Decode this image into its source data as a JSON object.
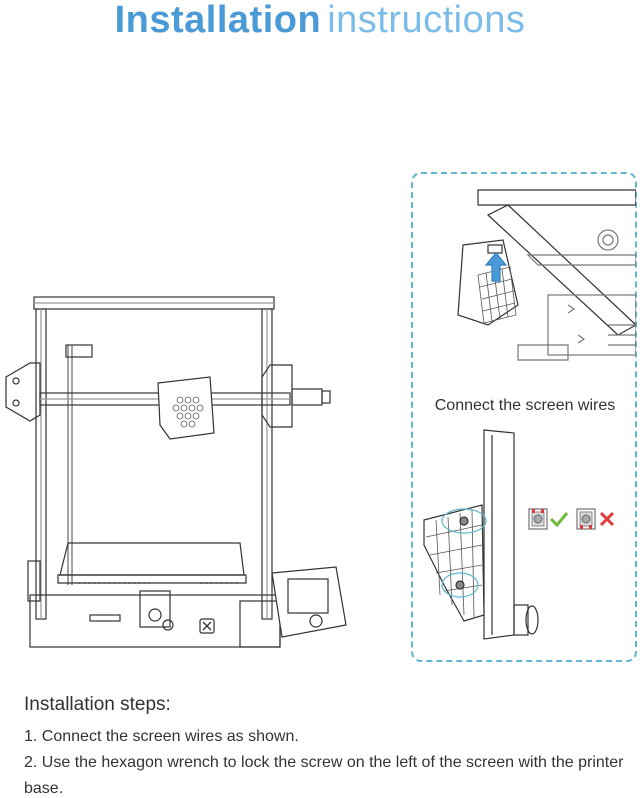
{
  "header": {
    "title_bold": "Installation",
    "title_light": "instructions"
  },
  "detail": {
    "caption": "Connect the screen wires"
  },
  "steps": {
    "heading": "Installation steps:",
    "items": [
      "1. Connect the screen wires as shown.",
      "2. Use the hexagon wrench to lock the screw on the left of the screen with the printer base."
    ]
  },
  "colors": {
    "title": "#4a9ad8",
    "dashed_border": "#5fb7cf",
    "check": "#6dbb3a",
    "cross": "#e03a3a"
  }
}
